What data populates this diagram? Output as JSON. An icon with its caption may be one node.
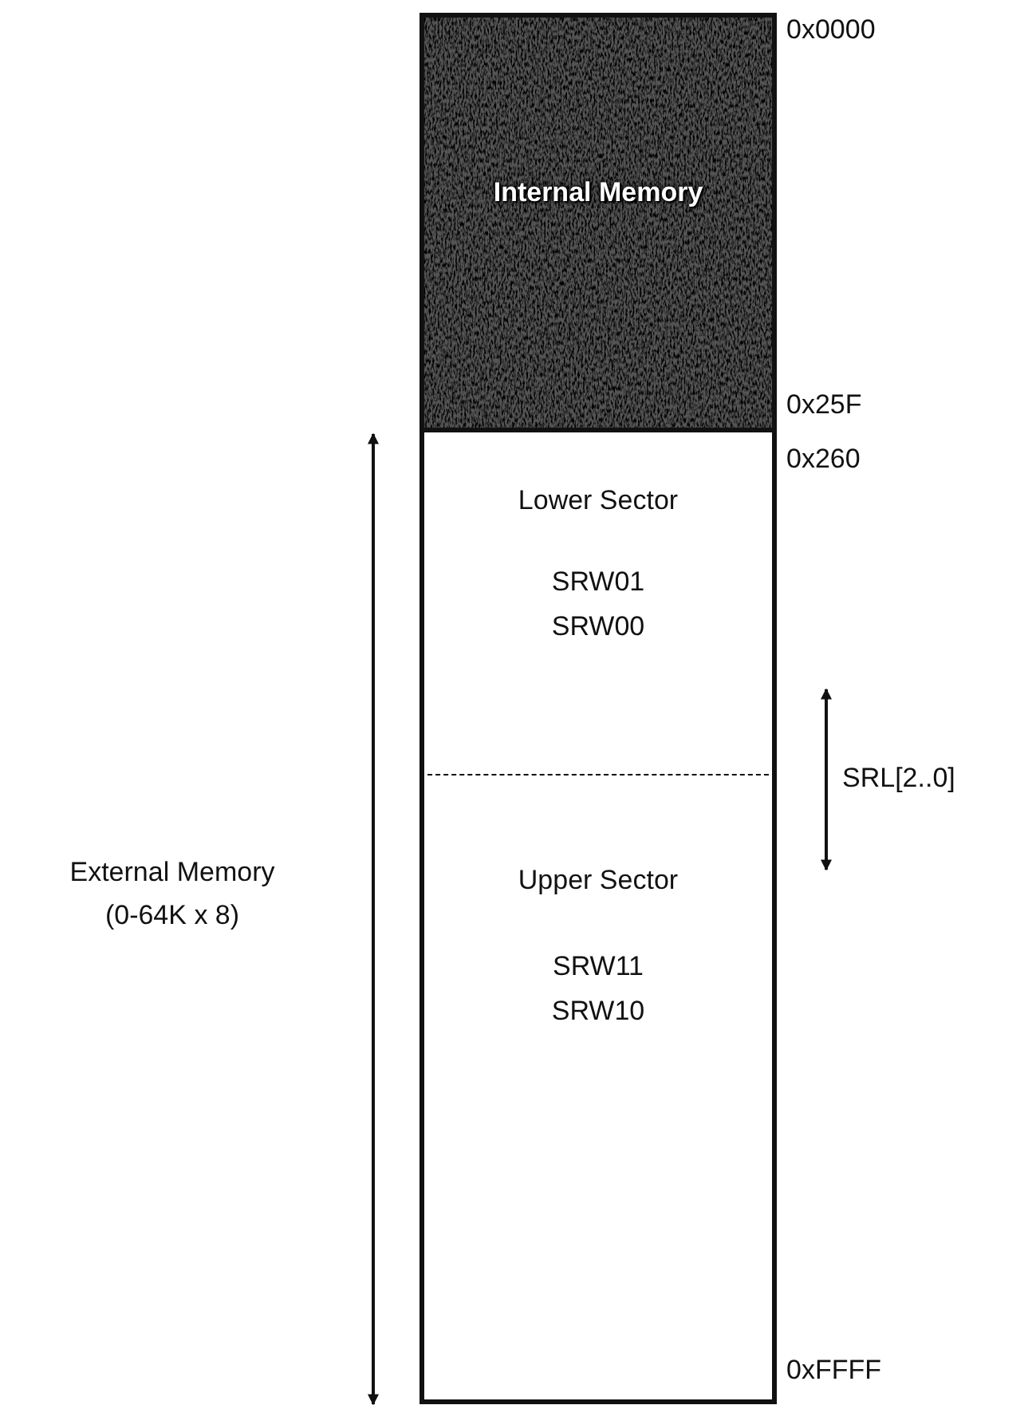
{
  "diagram": {
    "nodes": [
      {
        "text": [
          "Internal Memory"
        ]
      },
      {
        "text": [
          "Lower Sector",
          "SRW01",
          "SRW00"
        ]
      },
      {
        "text": [
          "Upper Sector",
          "SRW11",
          "SRW10"
        ]
      }
    ],
    "labels": [
      "0x0000",
      "0x25F",
      "0x260",
      "SRL[2..0]",
      "External Memory",
      "(0-64K x 8)",
      "0xFFFF"
    ]
  }
}
